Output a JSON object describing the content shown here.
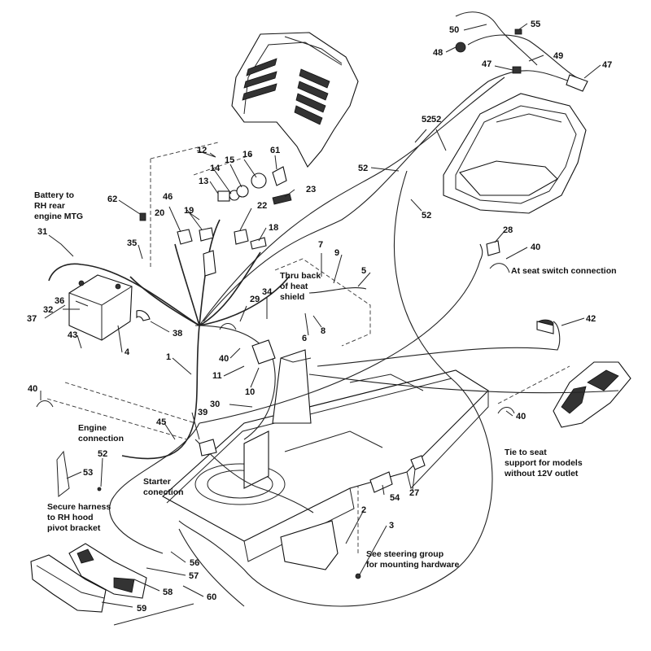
{
  "callouts": [
    {
      "id": "n50",
      "text": "50"
    },
    {
      "id": "n55",
      "text": "55"
    },
    {
      "id": "n48",
      "text": "48"
    },
    {
      "id": "n49",
      "text": "49"
    },
    {
      "id": "n47a",
      "text": "47"
    },
    {
      "id": "n47b",
      "text": "47"
    },
    {
      "id": "n52a",
      "text": "52"
    },
    {
      "id": "n52b",
      "text": "52"
    },
    {
      "id": "n52c",
      "text": "52"
    },
    {
      "id": "n52d",
      "text": "52"
    },
    {
      "id": "n12",
      "text": "12"
    },
    {
      "id": "n15",
      "text": "15"
    },
    {
      "id": "n16",
      "text": "16"
    },
    {
      "id": "n61",
      "text": "61"
    },
    {
      "id": "n14",
      "text": "14"
    },
    {
      "id": "n13",
      "text": "13"
    },
    {
      "id": "n23",
      "text": "23"
    },
    {
      "id": "n62",
      "text": "62"
    },
    {
      "id": "n46",
      "text": "46"
    },
    {
      "id": "n20",
      "text": "20"
    },
    {
      "id": "n19",
      "text": "19"
    },
    {
      "id": "n22",
      "text": "22"
    },
    {
      "id": "n18",
      "text": "18"
    },
    {
      "id": "n28",
      "text": "28"
    },
    {
      "id": "n40a",
      "text": "40"
    },
    {
      "id": "n31",
      "text": "31"
    },
    {
      "id": "n35",
      "text": "35"
    },
    {
      "id": "n7",
      "text": "7"
    },
    {
      "id": "n9",
      "text": "9"
    },
    {
      "id": "n5",
      "text": "5"
    },
    {
      "id": "n42",
      "text": "42"
    },
    {
      "id": "n36",
      "text": "36"
    },
    {
      "id": "n34",
      "text": "34"
    },
    {
      "id": "n32",
      "text": "32"
    },
    {
      "id": "n37",
      "text": "37"
    },
    {
      "id": "n29",
      "text": "29"
    },
    {
      "id": "n38",
      "text": "38"
    },
    {
      "id": "n6",
      "text": "6"
    },
    {
      "id": "n8",
      "text": "8"
    },
    {
      "id": "n43",
      "text": "43"
    },
    {
      "id": "n4",
      "text": "4"
    },
    {
      "id": "n1",
      "text": "1"
    },
    {
      "id": "n40b",
      "text": "40"
    },
    {
      "id": "n11",
      "text": "11"
    },
    {
      "id": "n10",
      "text": "10"
    },
    {
      "id": "n40c",
      "text": "40"
    },
    {
      "id": "n30",
      "text": "30"
    },
    {
      "id": "n39",
      "text": "39"
    },
    {
      "id": "n45",
      "text": "45"
    },
    {
      "id": "n40d",
      "text": "40"
    },
    {
      "id": "n52e",
      "text": "52"
    },
    {
      "id": "n53",
      "text": "53"
    },
    {
      "id": "n54",
      "text": "54"
    },
    {
      "id": "n27",
      "text": "27"
    },
    {
      "id": "n2",
      "text": "2"
    },
    {
      "id": "n3",
      "text": "3"
    },
    {
      "id": "n56",
      "text": "56"
    },
    {
      "id": "n57",
      "text": "57"
    },
    {
      "id": "n58",
      "text": "58"
    },
    {
      "id": "n60",
      "text": "60"
    },
    {
      "id": "n59",
      "text": "59"
    }
  ],
  "notes": {
    "battery": [
      "Battery to",
      "RH rear",
      "engine MTG"
    ],
    "heat_shield": [
      "Thru back",
      "of heat",
      "shield"
    ],
    "seat_switch": "At seat switch connection",
    "engine": [
      "Engine",
      "connection"
    ],
    "starter": [
      "Starter",
      "conection"
    ],
    "harness": [
      "Secure harness",
      "to RH hood",
      "pivot bracket"
    ],
    "steering": [
      "See steering group",
      "for mounting hardware"
    ],
    "seat_support": [
      "Tie to seat",
      "support for models",
      "without 12V outlet"
    ]
  }
}
